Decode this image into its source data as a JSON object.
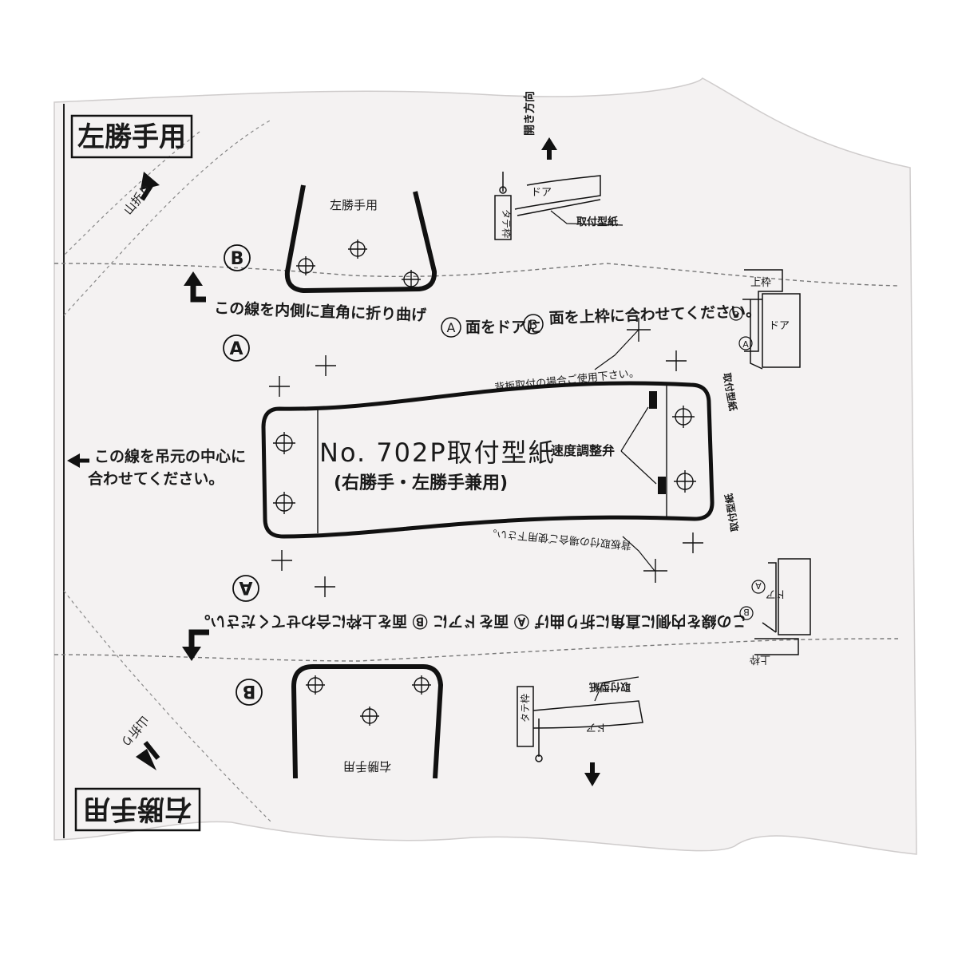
{
  "corner_top_label": "左勝手用",
  "corner_bottom_label": "右勝手用",
  "fold_top_label": "山折り",
  "fold_bottom_label": "山折り",
  "open_direction_label": "開き方向",
  "door_label": "ドア",
  "frame_label": "タテ枠",
  "template_label": "取付型紙",
  "top_frame_label": "上枠",
  "template_label_right": "取付型紙",
  "top_plate_label": "左勝手用",
  "bottom_plate_label": "右勝手用",
  "marker_a": "A",
  "marker_b": "B",
  "instruction_top_1": "この線を内側に直角に折り曲げ",
  "instruction_top_2": "面をドアに",
  "instruction_top_3": "面を上枠に合わせてください。",
  "instruction_bottom": "この線を内側に直角に折り曲げ Ⓐ 面をドアに Ⓑ 面を上枠に合わせてください。",
  "back_plate_note": "背板取付の場合ご使用下さい。",
  "center_instruction_1": "この線を吊元の中心に",
  "center_instruction_2": "合わせてください。",
  "main_title": "No. 702P取付型紙",
  "main_subtitle": "(右勝手・左勝手兼用)",
  "valve_label": "速度調整弁"
}
